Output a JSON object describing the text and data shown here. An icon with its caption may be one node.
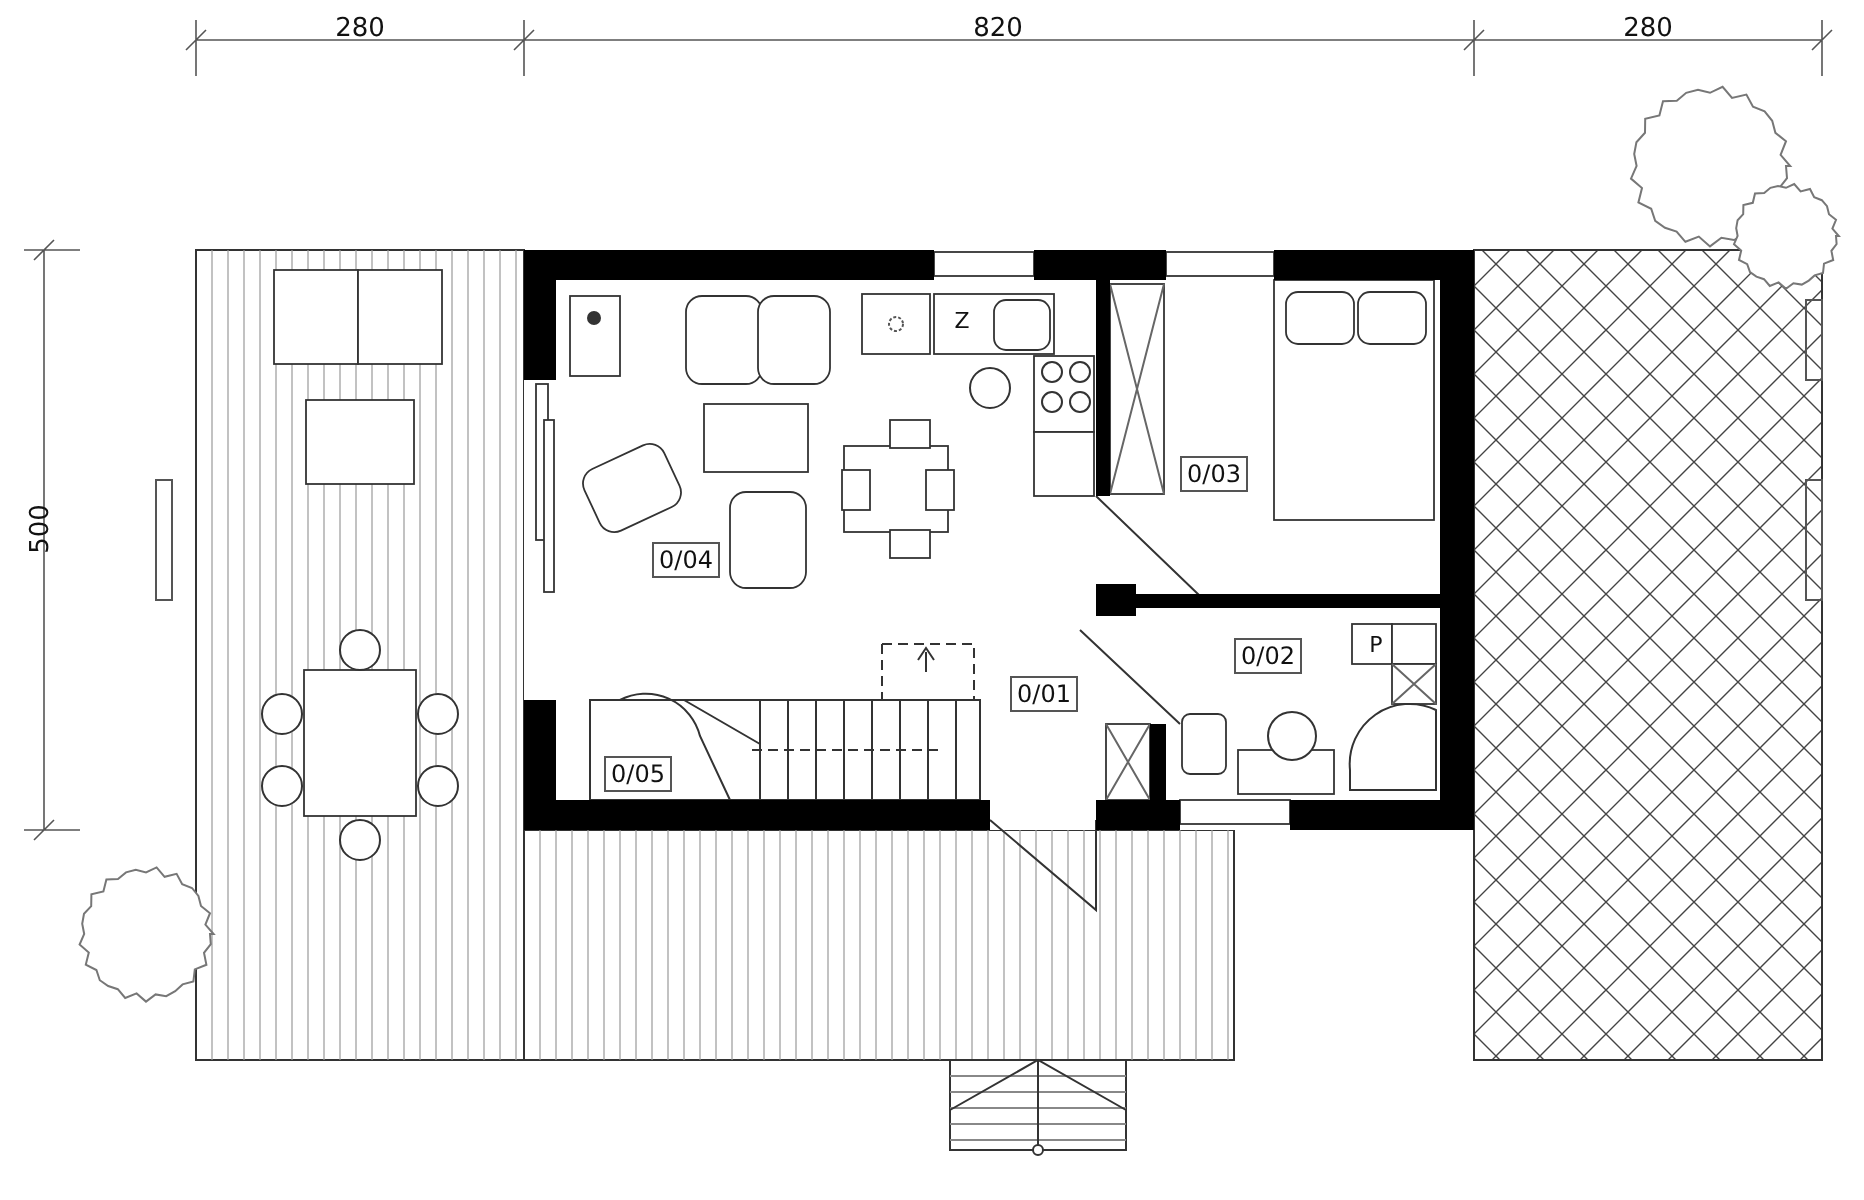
{
  "diagram": {
    "labels": [
      "280",
      "820",
      "280",
      "500",
      "Z",
      "0/03",
      "0/04",
      "P",
      "0/02",
      "0/01",
      "0/05"
    ]
  }
}
